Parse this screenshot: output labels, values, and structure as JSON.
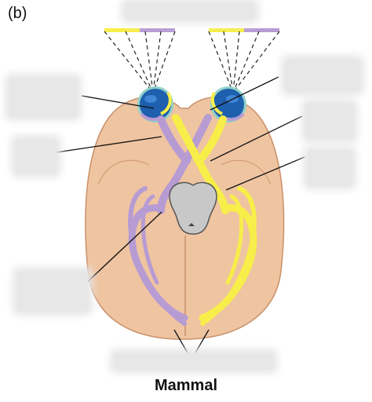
{
  "figure": {
    "panel_label": "(b)",
    "caption": "Mammal"
  },
  "colors": {
    "brain": "#efc4a1",
    "brain_outline": "#c9916a",
    "left_visual_field": "#f7ee4a",
    "right_visual_field": "#b79bd3",
    "eye": "#1e5fae",
    "ventricle": "#c8c8c8",
    "label_blank": "#e7e7e7"
  },
  "blanks": [
    {
      "name": "label-blank-top"
    },
    {
      "name": "label-blank-eye"
    },
    {
      "name": "label-blank-optic-nerve"
    },
    {
      "name": "label-blank-retina"
    },
    {
      "name": "label-blank-optic-chiasm"
    },
    {
      "name": "label-blank-optic-tract"
    },
    {
      "name": "label-blank-lgn"
    },
    {
      "name": "label-blank-visual-cortex"
    }
  ]
}
